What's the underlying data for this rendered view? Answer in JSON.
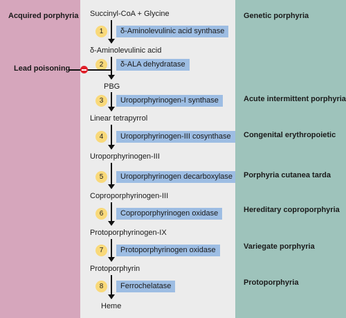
{
  "headers": {
    "acquired": "Acquired porphyria",
    "genetic": "Genetic porphyria"
  },
  "inhibitor": {
    "label": "Lead poisoning"
  },
  "metabolites": [
    "Succinyl-CoA + Glycine",
    "δ-Aminolevulinic acid",
    "PBG",
    "Linear tetrapyrrol",
    "Uroporphyrinogen-III",
    "Coproporphyrinogen-III",
    "Protoporphyrinogen-IX",
    "Protoporphyrin",
    "Heme"
  ],
  "steps": [
    {
      "num": "1",
      "enzyme": "δ-Aminolevulinic acid synthase"
    },
    {
      "num": "2",
      "enzyme": "δ-ALA dehydratase"
    },
    {
      "num": "3",
      "enzyme": "Uroporphyrinogen-I synthase"
    },
    {
      "num": "4",
      "enzyme": "Uroporphyrinogen-III cosynthase"
    },
    {
      "num": "5",
      "enzyme": "Uroporphyrinogen decarboxylase"
    },
    {
      "num": "6",
      "enzyme": "Coproporphyrinogen oxidase"
    },
    {
      "num": "7",
      "enzyme": "Protoporphyrinogen oxidase"
    },
    {
      "num": "8",
      "enzyme": "Ferrochelatase"
    }
  ],
  "diseases": [
    "Acute intermittent porphyria",
    "Congenital erythropoietic",
    "Porphyria cutanea tarda",
    "Hereditary coproporphyria",
    "Variegate porphyria",
    "Protoporphyria"
  ],
  "colors": {
    "acquired_bg": "#d6a6bc",
    "pathway_bg": "#ececec",
    "genetic_bg": "#9ec3bb",
    "enzyme_bg": "#9dbde3",
    "step_badge": "#f9d97a",
    "inhibition": "#e0212b"
  }
}
